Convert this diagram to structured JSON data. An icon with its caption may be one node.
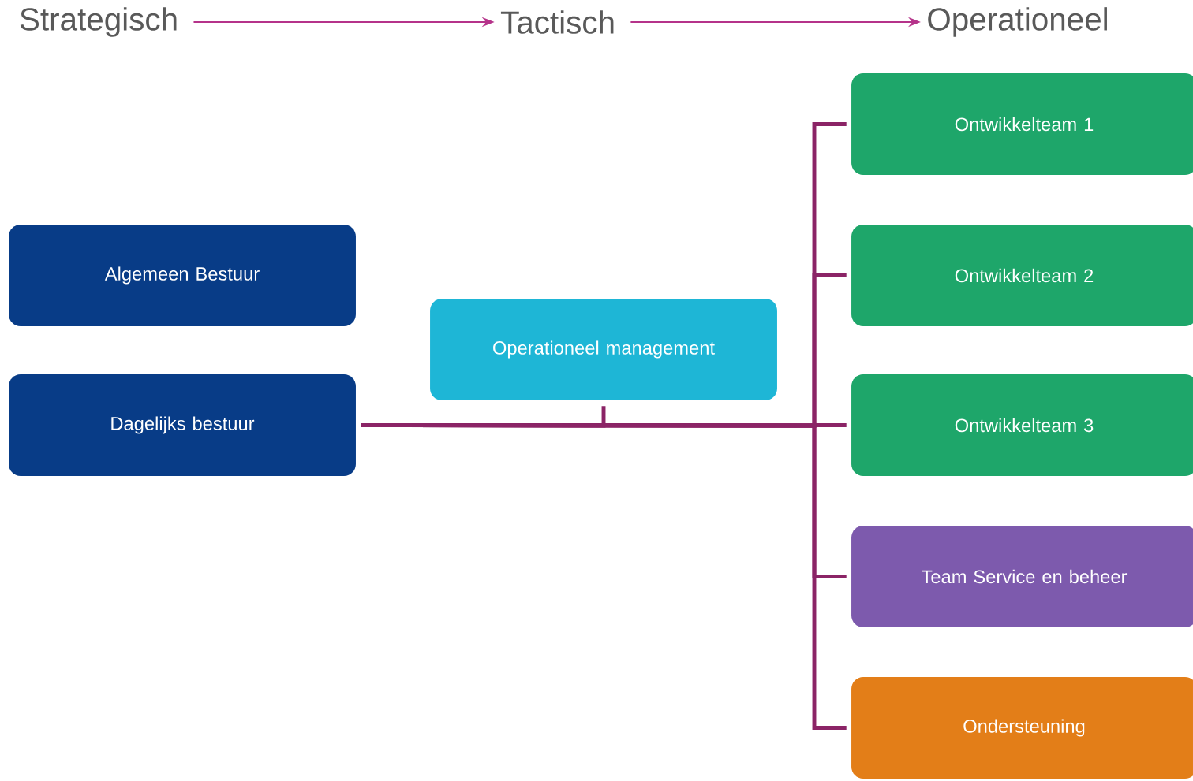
{
  "diagram": {
    "nodes": [
      {
        "text": [
          "Strategisch"
        ]
      },
      {
        "text": [
          "Tactisch"
        ]
      },
      {
        "text": [
          "Operationeel"
        ]
      },
      {
        "text": [
          "Algemeen Bestuur"
        ]
      },
      {
        "text": [
          "Dagelijks bestuur"
        ]
      },
      {
        "text": [
          "Operationeel management"
        ]
      },
      {
        "text": [
          "Ontwikkelteam 1"
        ]
      },
      {
        "text": [
          "Ontwikkelteam 2"
        ]
      },
      {
        "text": [
          "Ontwikkelteam 3"
        ]
      },
      {
        "text": [
          "Team Service en beheer"
        ]
      },
      {
        "text": [
          "Ondersteuning"
        ]
      }
    ],
    "edges": [
      {
        "from": 0,
        "to": 1,
        "arrow": "to",
        "color": "#b5338a"
      },
      {
        "from": 1,
        "to": 2,
        "arrow": "to",
        "color": "#b5338a"
      },
      {
        "from": 4,
        "to": 5,
        "arrow": "none"
      },
      {
        "from": 4,
        "to": 6,
        "arrow": "none"
      },
      {
        "from": 4,
        "to": 7,
        "arrow": "none"
      },
      {
        "from": 4,
        "to": 8,
        "arrow": "none"
      },
      {
        "from": 4,
        "to": 9,
        "arrow": "none"
      },
      {
        "from": 4,
        "to": 10,
        "arrow": "none"
      }
    ]
  }
}
